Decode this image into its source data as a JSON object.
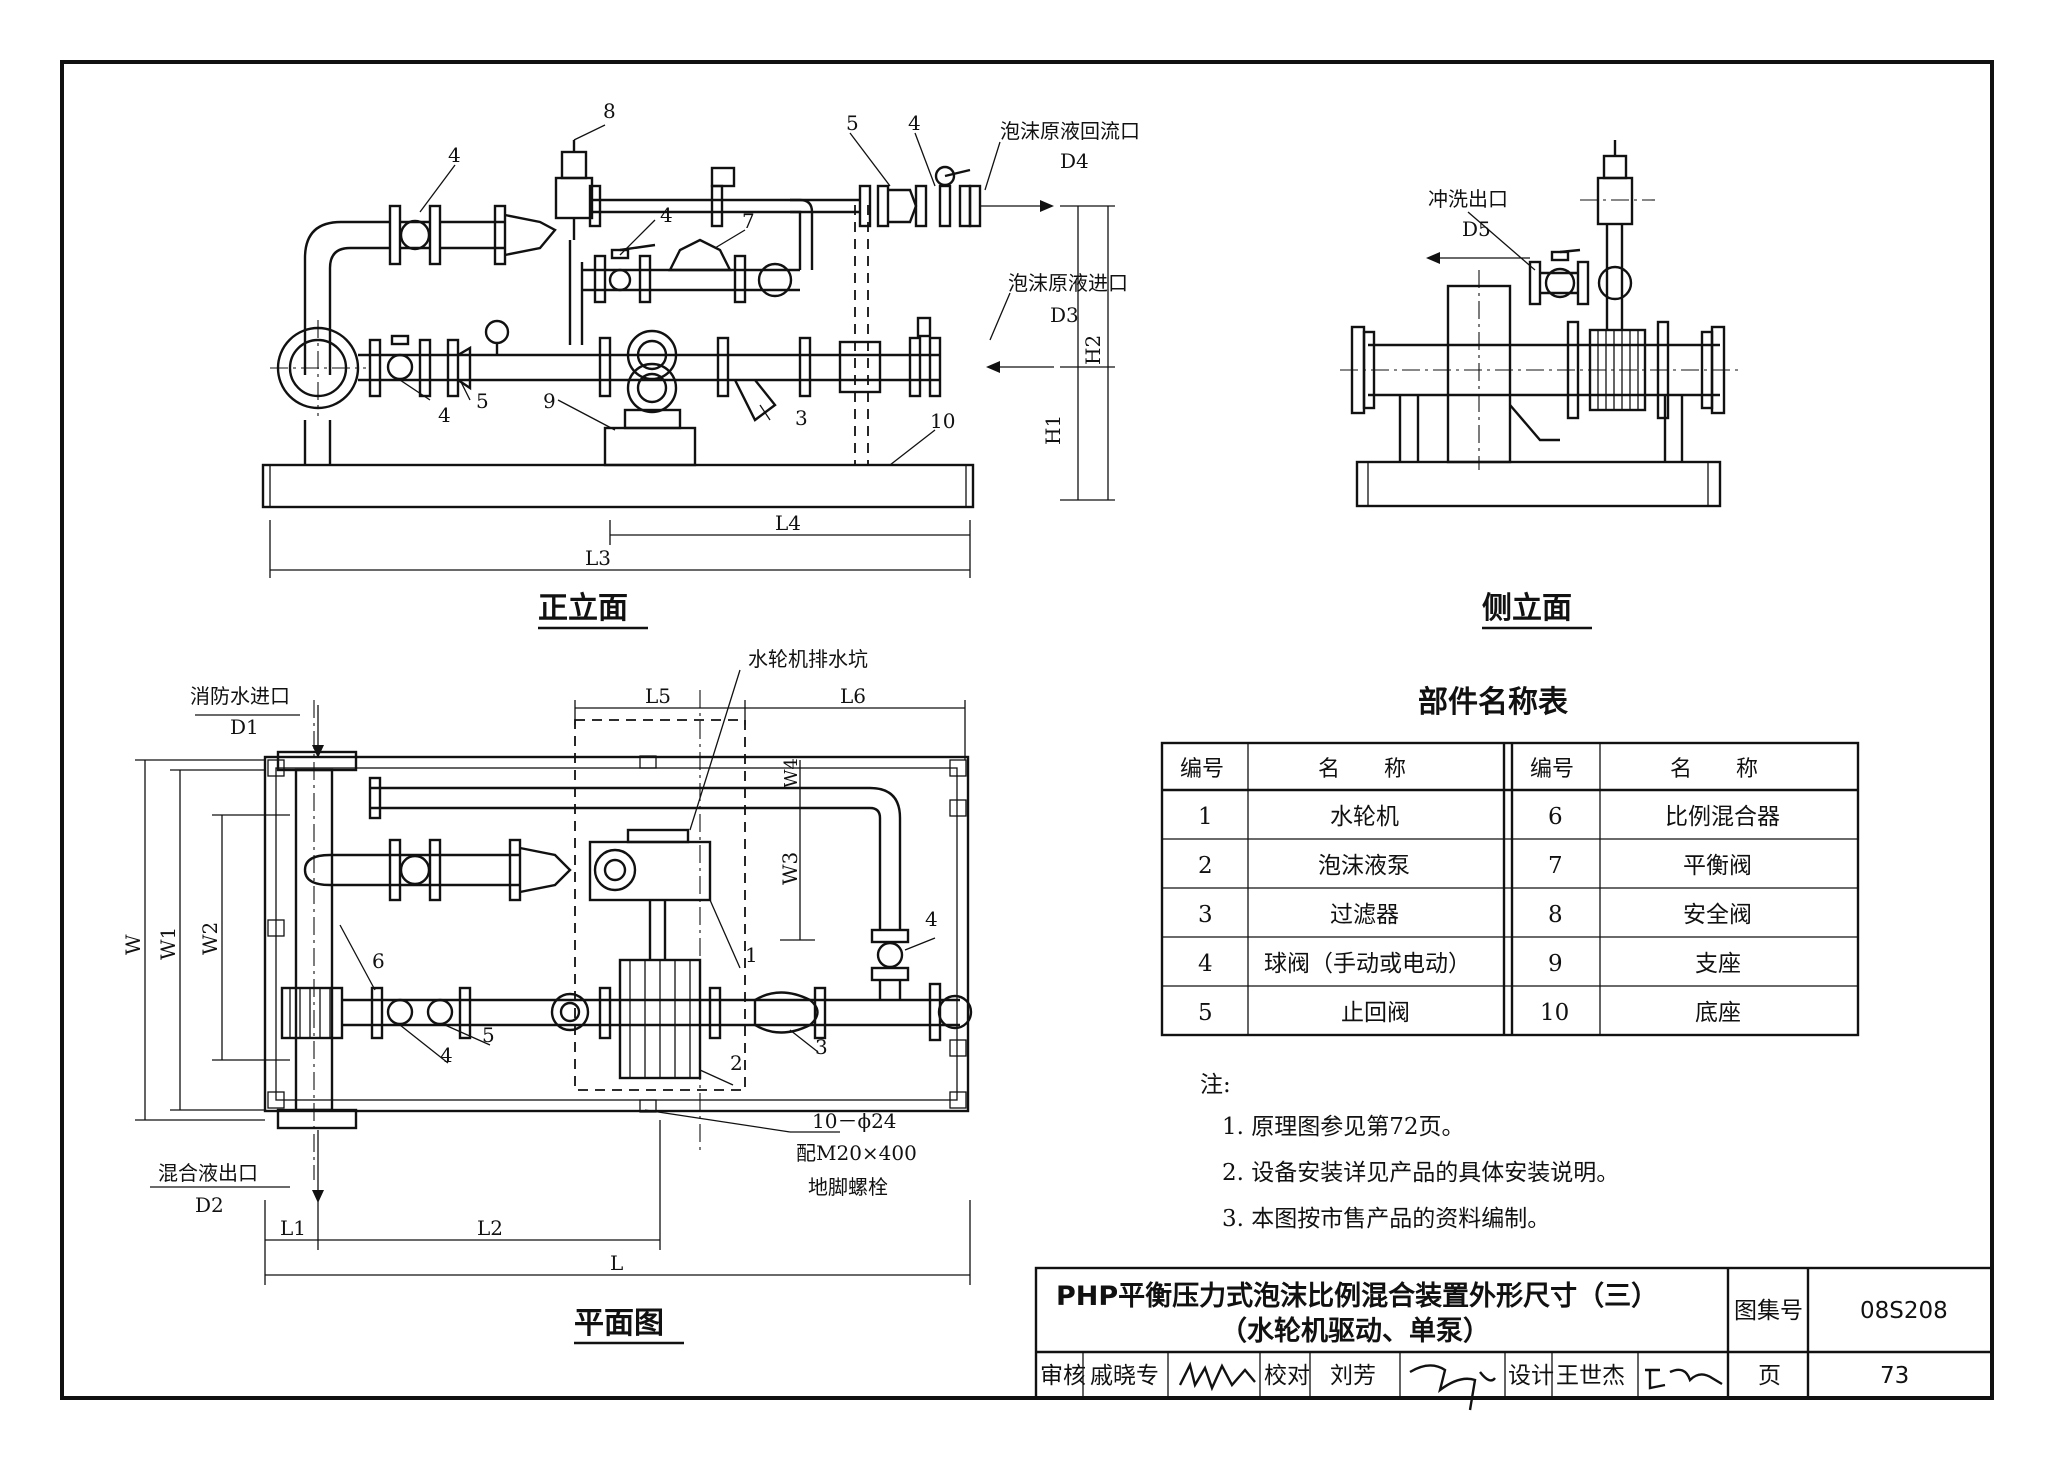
{
  "views": {
    "front_caption": "正立面",
    "side_caption": "侧立面",
    "plan_caption": "平面图"
  },
  "front_labels": {
    "return_outlet": "泡沫原液回流口",
    "return_outlet_code": "D4",
    "inlet": "泡沫原液进口",
    "inlet_code": "D3",
    "dims": [
      "L3",
      "L4",
      "H1",
      "H2"
    ],
    "callouts": [
      "8",
      "5",
      "4",
      "4",
      "4",
      "7",
      "4",
      "5",
      "9",
      "3",
      "10"
    ]
  },
  "side_labels": {
    "flush_outlet": "冲洗出口",
    "flush_outlet_code": "D5"
  },
  "plan_labels": {
    "fire_water_inlet": "消防水进口",
    "fire_water_inlet_code": "D1",
    "turbine_drain_pit": "水轮机排水坑",
    "mixed_outlet": "混合液出口",
    "mixed_outlet_code": "D2",
    "bolt_spec_1": "10－ϕ24",
    "bolt_spec_2": "配M20×400",
    "bolt_spec_3": "地脚螺栓",
    "dims": [
      "L5",
      "L6",
      "W4",
      "W3",
      "W",
      "W1",
      "W2",
      "L1",
      "L2",
      "L"
    ],
    "callouts": [
      "6",
      "4",
      "5",
      "1",
      "2",
      "3",
      "4"
    ]
  },
  "parts_table": {
    "title": "部件名称表",
    "headers": [
      "编号",
      "名　　称",
      "编号",
      "名　　称"
    ],
    "rows": [
      [
        "1",
        "水轮机",
        "6",
        "比例混合器"
      ],
      [
        "2",
        "泡沫液泵",
        "7",
        "平衡阀"
      ],
      [
        "3",
        "过滤器",
        "8",
        "安全阀"
      ],
      [
        "4",
        "球阀（手动或电动）",
        "9",
        "支座"
      ],
      [
        "5",
        "止回阀",
        "10",
        "底座"
      ]
    ]
  },
  "notes": {
    "heading": "注:",
    "items": [
      "1. 原理图参见第72页。",
      "2. 设备安装详见产品的具体安装说明。",
      "3. 本图按市售产品的资料编制。"
    ]
  },
  "title_block": {
    "title_line1": "PHP平衡压力式泡沫比例混合装置外形尺寸（三）",
    "title_line2": "（水轮机驱动、单泵）",
    "atlas_label": "图集号",
    "atlas_no": "08S208",
    "review_label": "审核",
    "reviewer": "戚晓专",
    "check_label": "校对",
    "checker": "刘芳",
    "design_label": "设计",
    "designer": "王世杰",
    "page_label": "页",
    "page_no": "73"
  }
}
